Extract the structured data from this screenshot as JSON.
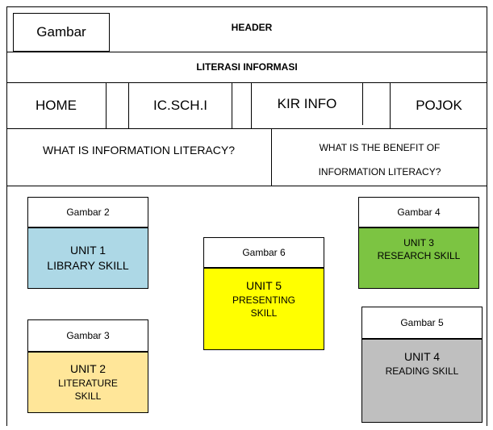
{
  "header": {
    "gambar_label": "Gambar",
    "title": "HEADER",
    "subtitle": "LITERASI INFORMASI"
  },
  "nav": {
    "items": [
      "HOME",
      "IC.SCH.I",
      "KIR INFO",
      "POJOK"
    ]
  },
  "questions": {
    "left": "WHAT  IS INFORMATION LITERACY?",
    "right_line1": "WHAT IS  THE BENEFIT OF",
    "right_line2": "INFORMATION LITERACY?"
  },
  "units": {
    "u1": {
      "image": "Gambar 2",
      "title": "UNIT 1",
      "line2": "LIBRARY SKILL",
      "line3": "",
      "color": "#add8e6"
    },
    "u2": {
      "image": "Gambar 3",
      "title": "UNIT 2",
      "line2": "LITERATURE",
      "line3": "SKILL",
      "color": "#ffe699"
    },
    "u5": {
      "image": "Gambar 6",
      "title": "UNIT 5",
      "line2": "PRESENTING",
      "line3": "SKILL",
      "color": "#ffff00"
    },
    "u3": {
      "image": "Gambar 4",
      "title": "UNIT 3",
      "line2": "RESEARCH SKILL",
      "line3": "",
      "color": "#7cc442"
    },
    "u4": {
      "image": "Gambar 5",
      "title": "UNIT 4",
      "line2": "READING SKILL",
      "line3": "",
      "color": "#bfbfbf"
    }
  }
}
